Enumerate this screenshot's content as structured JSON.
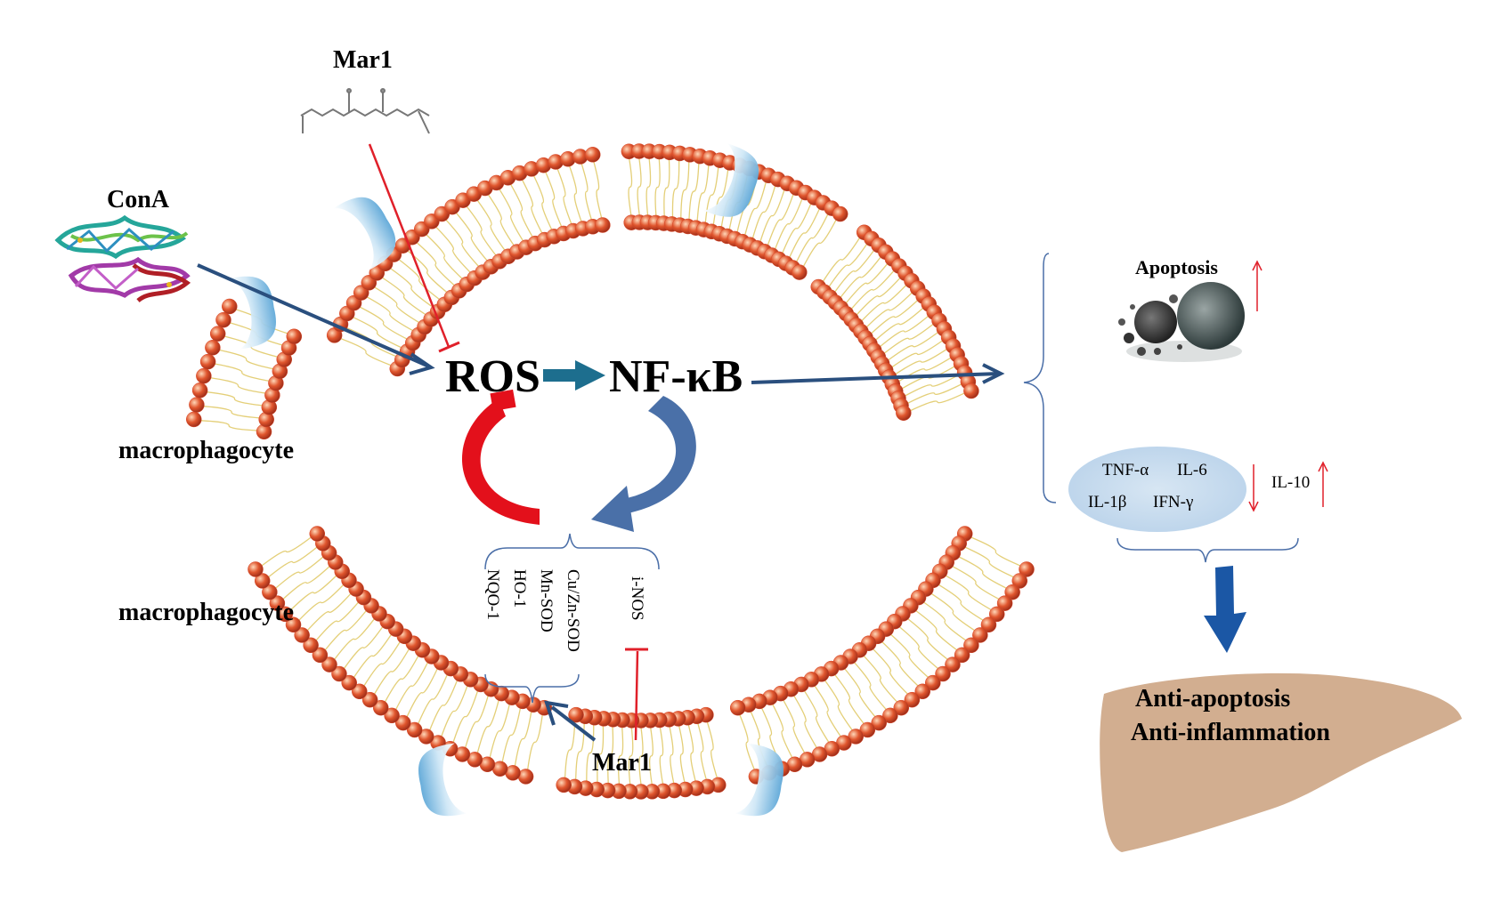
{
  "labels": {
    "mar1_top": "Mar1",
    "cona": "ConA",
    "ros": "ROS",
    "nfkb": "NF-κB",
    "macrophagocyte_top": "macrophagocyte",
    "macrophagocyte_bottom": "macrophagocyte",
    "mar1_bottom": "Mar1",
    "apoptosis": "Apoptosis",
    "tnf": "TNF-α",
    "il6": "IL-6",
    "il1b": "IL-1β",
    "ifng": "IFN-γ",
    "il10": "IL-10",
    "antioxidants": [
      "Cu/Zn-SOD",
      "Mn-SOD",
      "HO-1",
      "NQO-1"
    ],
    "inos": "i-NOS",
    "anti_apoptosis": "Anti-apoptosis",
    "anti_inflammation": "Anti-inflammation"
  },
  "colors": {
    "arrow_blue": "#2a4f7e",
    "inhibit_red": "#e0202a",
    "loop_red": "#e3101b",
    "loop_blue": "#4a70a8",
    "lipid_head": "#d8482a",
    "lipid_tail": "#e4cf78",
    "channel": "#9fcde8",
    "cytokine_oval": "#c7dcee",
    "liver": "#d2ae90",
    "bracket": "#4b6fa8",
    "fat_arrow": "#1b57a5",
    "ros_nfkb_arrow": "#1d6e8e"
  },
  "icons": [
    "cona-protein-icon",
    "mar1-molecule-icon",
    "apoptotic-cell-icon",
    "liver-icon"
  ]
}
